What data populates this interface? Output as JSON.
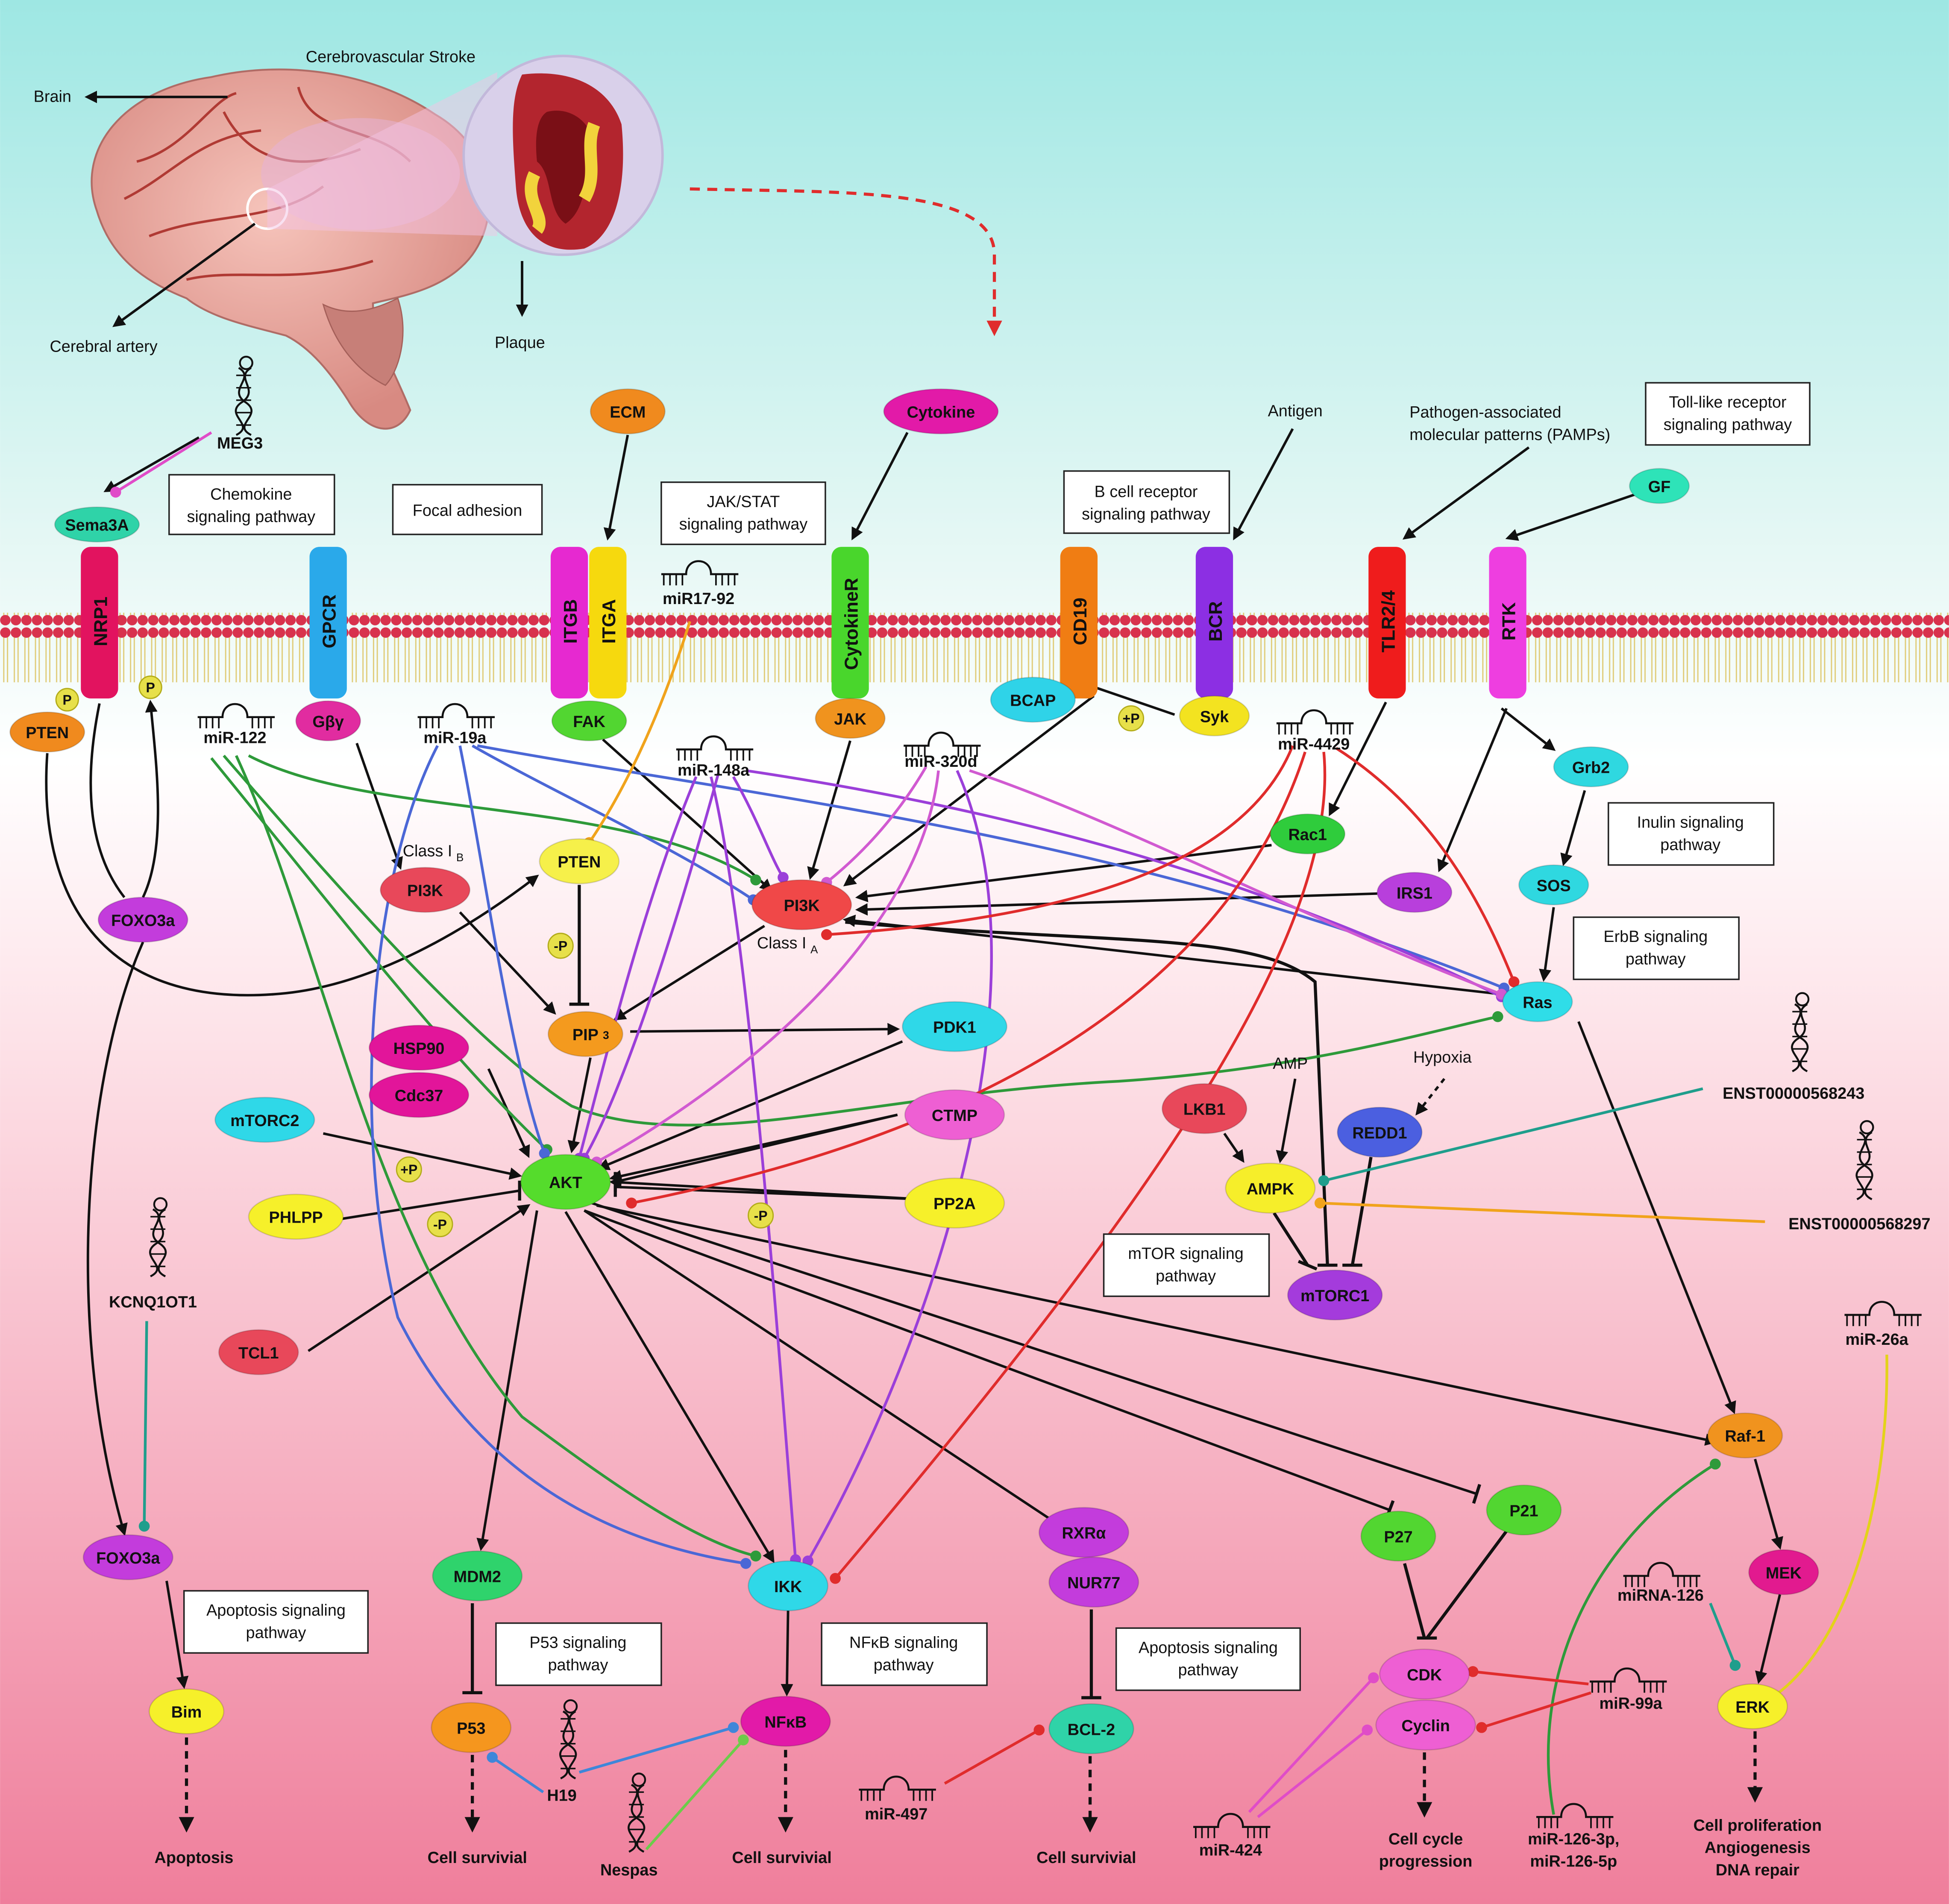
{
  "title": "Cerebrovascular Stroke",
  "illustration": {
    "brain": "Brain",
    "artery": "Cerebral artery",
    "plaque": "Plaque"
  },
  "nodes": {
    "sema3a": "Sema3A",
    "nrp1": "NRP1",
    "gpcr": "GPCR",
    "itgb": "ITGB",
    "itga": "ITGA",
    "cytokiner": "CytokineR",
    "cd19": "CD19",
    "bcr": "BCR",
    "tlr24": "TLR2/4",
    "rtk": "RTK",
    "ecm": "ECM",
    "cytokine": "Cytokine",
    "gf": "GF",
    "pten_top": "PTEN",
    "gby": "Gβγ",
    "fak": "FAK",
    "jak": "JAK",
    "bcap": "BCAP",
    "syk": "Syk",
    "grb2": "Grb2",
    "rac1": "Rac1",
    "sos": "SOS",
    "pi3k_b": "PI3K",
    "pten_mid": "PTEN",
    "pi3k_a": "PI3K",
    "irs1": "IRS1",
    "ras": "Ras",
    "foxo3a_top": "FOXO3a",
    "pip3": "PIP",
    "pdk1": "PDK1",
    "hsp90": "HSP90",
    "cdc37": "Cdc37",
    "mtorc2": "mTORC2",
    "ctmp": "CTMP",
    "akt": "AKT",
    "phlpp": "PHLPP",
    "pp2a": "PP2A",
    "tcl1": "TCL1",
    "lkb1": "LKB1",
    "ampk": "AMPK",
    "redd1": "REDD1",
    "mtorc1": "mTORC1",
    "raf1": "Raf-1",
    "mek": "MEK",
    "erk": "ERK",
    "foxo3a_bot": "FOXO3a",
    "bim": "Bim",
    "mdm2": "MDM2",
    "p53": "P53",
    "ikk": "IKK",
    "nfkb": "NFκB",
    "rxra": "RXRα",
    "nur77": "NUR77",
    "bcl2": "BCL-2",
    "p27": "P27",
    "p21": "P21",
    "cdk": "CDK",
    "cyclin": "Cyclin"
  },
  "labels": {
    "p": "P",
    "plus_p": "+P",
    "minus_p": "-P",
    "antigen": "Antigen",
    "pamp_1": "Pathogen-associated",
    "pamp_2": "molecular patterns (PAMPs)",
    "class_ib": "Class I",
    "class_ia": "Class I",
    "amp": "AMP",
    "hypoxia": "Hypoxia"
  },
  "rnas": {
    "meg3": "MEG3",
    "mir17_92": "miR17-92",
    "mir122": "miR-122",
    "mir19a": "miR-19a",
    "mir148a": "miR-148a",
    "mir320d": "miR-320d",
    "mir4429": "miR-4429",
    "enst243": "ENST00000568243",
    "enst297": "ENST00000568297",
    "kcnq1ot1": "KCNQ1OT1",
    "mir26a": "miR-26a",
    "mirna126": "miRNA-126",
    "mir99a": "miR-99a",
    "h19": "H19",
    "nespas": "Nespas",
    "mir497": "miR-497",
    "mir424": "miR-424",
    "mir126_1": "miR-126-3p,",
    "mir126_2": "miR-126-5p"
  },
  "pathways": {
    "chemokine_1": "Chemokine",
    "chemokine_2": "signaling pathway",
    "focal": "Focal adhesion",
    "jakstat_1": "JAK/STAT",
    "jakstat_2": "signaling pathway",
    "bcell_1": "B cell receptor",
    "bcell_2": "signaling pathway",
    "toll_1": "Toll-like receptor",
    "toll_2": "signaling pathway",
    "inulin_1": "Inulin signaling",
    "inulin_2": "pathway",
    "erbb_1": "ErbB signaling",
    "erbb_2": "pathway",
    "mtor_1": "mTOR signaling",
    "mtor_2": "pathway",
    "apop1_1": "Apoptosis signaling",
    "apop1_2": "pathway",
    "p53_1": "P53 signaling",
    "p53_2": "pathway",
    "nfkb_1": "NFκB signaling",
    "nfkb_2": "pathway",
    "apop2_1": "Apoptosis signaling",
    "apop2_2": "pathway"
  },
  "outcomes": {
    "apoptosis": "Apoptosis",
    "surv1": "Cell survivial",
    "surv2": "Cell survivial",
    "surv3": "Cell survivial",
    "cycle_1": "Cell cycle",
    "cycle_2": "progression",
    "prolif_1": "Cell proliferation",
    "prolif_2": "Angiogenesis",
    "prolif_3": "DNA repair"
  }
}
